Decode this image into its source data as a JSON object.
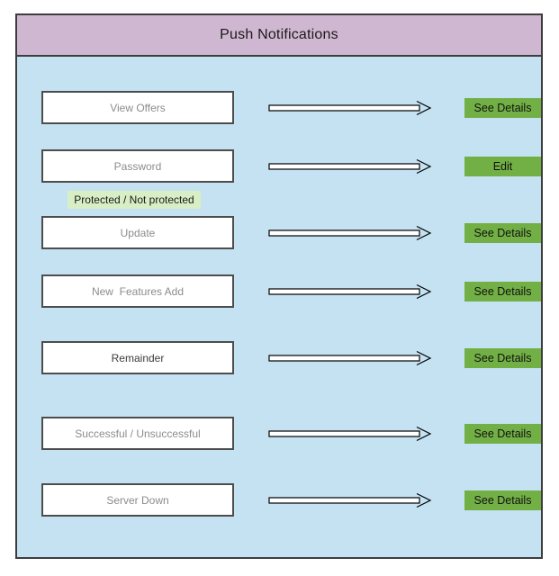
{
  "title": "Push Notifications",
  "colors": {
    "header_bg": "#d0b7d1",
    "body_bg": "#c4e2f2",
    "action_button_green": "#72b046",
    "note_label_green": "#d8efc5",
    "border_dark": "#3d3d3d",
    "box_text_gray": "#8c8c8c"
  },
  "note": {
    "text": "Protected / Not protected"
  },
  "rows": [
    {
      "box": "View Offers",
      "action": "See Details",
      "box_text_color": "#8c8c8c"
    },
    {
      "box": "Password",
      "action": "Edit",
      "box_text_color": "#8c8c8c"
    },
    {
      "box": "Update",
      "action": "See Details",
      "box_text_color": "#8c8c8c"
    },
    {
      "box": "New  Features Add",
      "action": "See Details",
      "box_text_color": "#8c8c8c"
    },
    {
      "box": "Remainder",
      "action": "See Details",
      "box_text_color": "#3c3c3c"
    },
    {
      "box": "Successful / Unsuccessful",
      "action": "See Details",
      "box_text_color": "#8c8c8c"
    },
    {
      "box": "Server Down",
      "action": "See Details",
      "box_text_color": "#8c8c8c"
    }
  ]
}
